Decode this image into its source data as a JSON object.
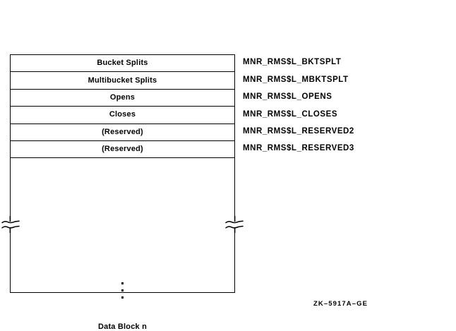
{
  "figure": {
    "id_label": "ZK–5917A–GE"
  },
  "structure": {
    "fields": [
      {
        "label": "Bucket Splits",
        "symbol": "MNR_RMS$L_BKTSPLT"
      },
      {
        "label": "Multibucket Splits",
        "symbol": "MNR_RMS$L_MBKTSPLT"
      },
      {
        "label": "Opens",
        "symbol": "MNR_RMS$L_OPENS"
      },
      {
        "label": "Closes",
        "symbol": "MNR_RMS$L_CLOSES"
      },
      {
        "label": "(Reserved)",
        "symbol": "MNR_RMS$L_RESERVED2"
      },
      {
        "label": "(Reserved)",
        "symbol": "MNR_RMS$L_RESERVED3"
      }
    ],
    "tail": {
      "ellipsis": "⋮",
      "label": "Data Block n",
      "break_mark_left": "break-squiggle-left",
      "break_mark_right": "break-squiggle-right"
    }
  }
}
